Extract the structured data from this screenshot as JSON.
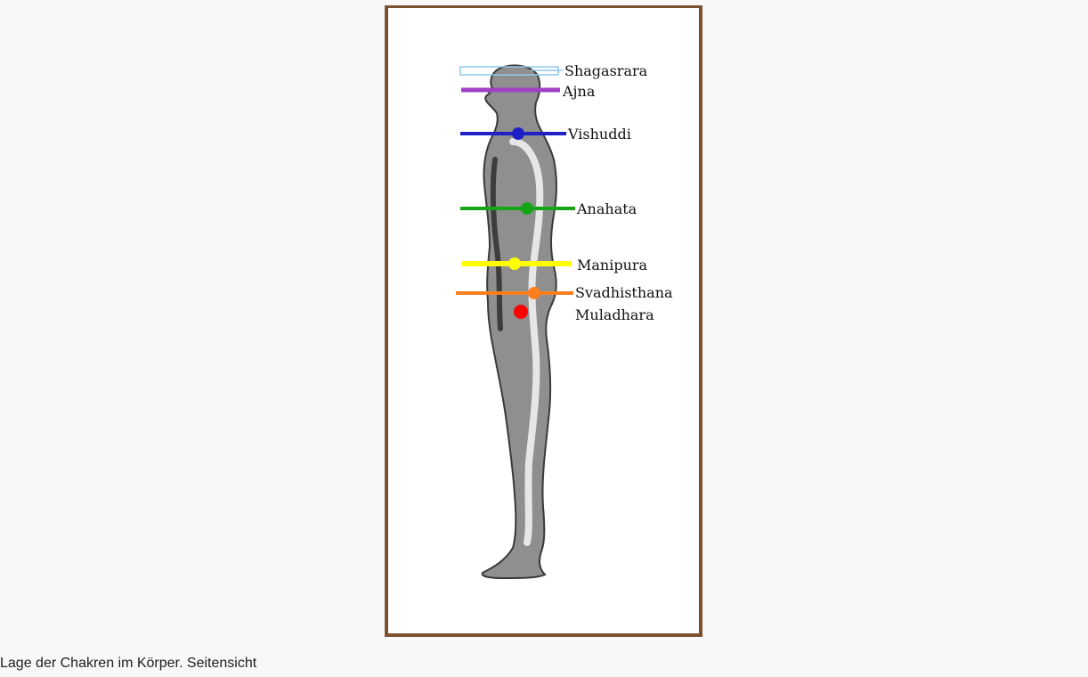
{
  "colors": {
    "frame": "#7a5230",
    "figure_background": "#ffffff",
    "page_background": "#f8f8f8",
    "body_shading": "#8f8f8f"
  },
  "chakras": [
    {
      "label": "Shagasrara",
      "color": "#8fc8ea",
      "marker": false
    },
    {
      "label": "Ajna",
      "color": "#a23fc4",
      "marker": true
    },
    {
      "label": "Vishuddi",
      "color": "#1f1fc8",
      "marker": true
    },
    {
      "label": "Anahata",
      "color": "#15a515",
      "marker": true
    },
    {
      "label": "Manipura",
      "color": "#ffff00",
      "marker": true
    },
    {
      "label": "Svadhisthana",
      "color": "#ff7f1f",
      "marker": true
    },
    {
      "label": "Muladhara",
      "color": "#ff0000",
      "marker": true
    }
  ],
  "caption": "Lage der Chakren im Körper. Seitensicht"
}
